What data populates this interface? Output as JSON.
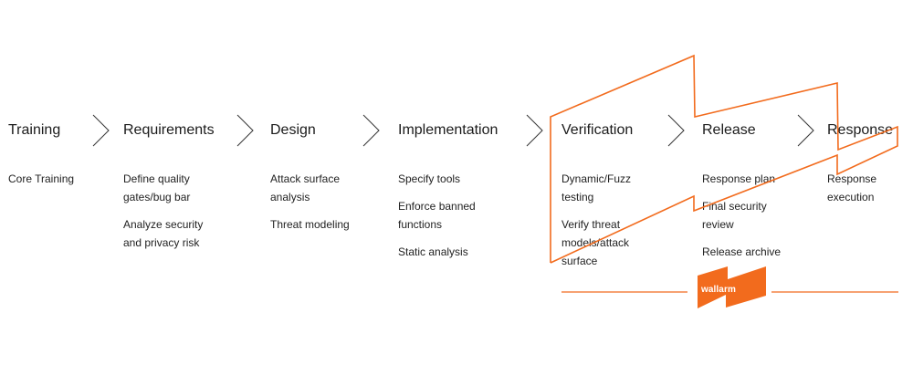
{
  "stages": [
    {
      "title": "Training",
      "tasks": [
        "Core Training"
      ]
    },
    {
      "title": "Requirements",
      "tasks": [
        "Define quality\ngates/bug bar",
        "Analyze security\nand privacy risk"
      ]
    },
    {
      "title": "Design",
      "tasks": [
        "Attack surface\nanalysis",
        "Threat modeling"
      ]
    },
    {
      "title": "Implementation",
      "tasks": [
        "Specify tools",
        "Enforce banned\nfunctions",
        "Static analysis"
      ]
    },
    {
      "title": "Verification",
      "tasks": [
        "Dynamic/Fuzz\ntesting",
        "Verify threat\nmodels/attack\nsurface"
      ]
    },
    {
      "title": "Release",
      "tasks": [
        "Response plan",
        "Final security\nreview",
        "Release archive"
      ]
    },
    {
      "title": "Response",
      "tasks": [
        "Response\nexecution"
      ]
    }
  ],
  "brand": {
    "logo_text": "wallarm",
    "accent_color": "#f26b1d"
  },
  "icons": {
    "separator": "chevron-right-icon"
  }
}
